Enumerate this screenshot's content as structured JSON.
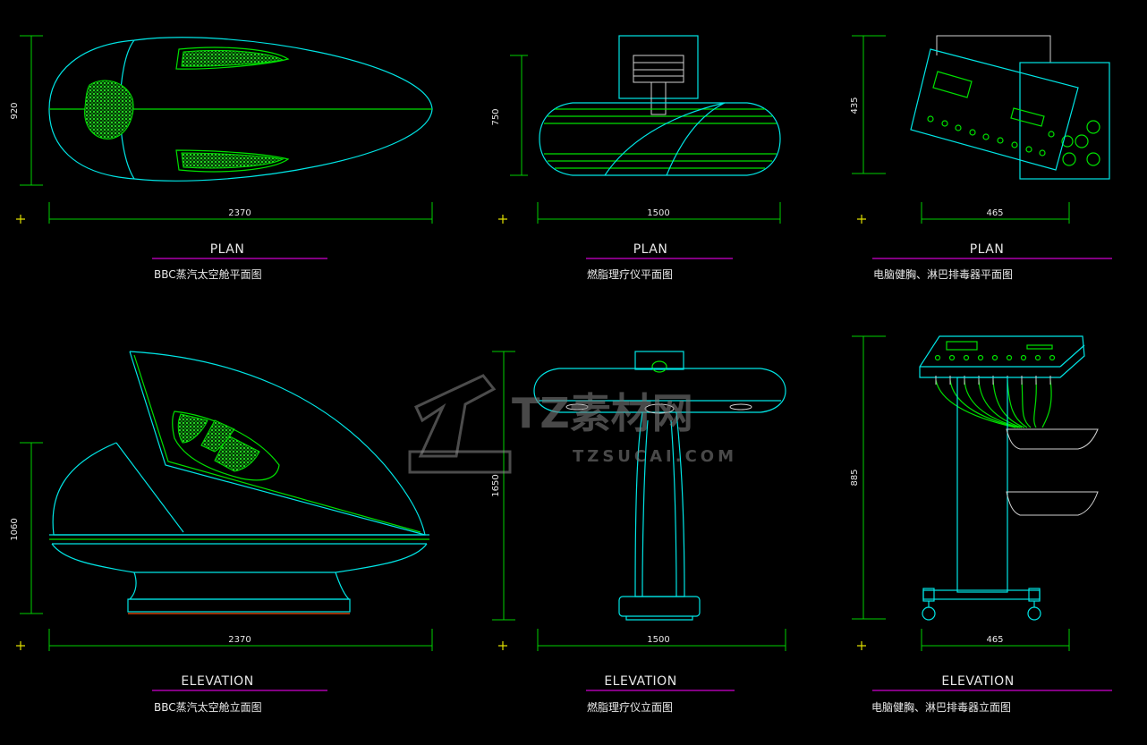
{
  "drawings": [
    {
      "view": "PLAN",
      "caption": "BBC蒸汽太空舱平面图",
      "width_dim": "2370",
      "height_dim": "920"
    },
    {
      "view": "PLAN",
      "caption": "燃脂理疗仪平面图",
      "width_dim": "1500",
      "height_dim": "750"
    },
    {
      "view": "PLAN",
      "caption": "电脑健胸、淋巴排毒器平面图",
      "width_dim": "465",
      "height_dim": "435"
    },
    {
      "view": "ELEVATION",
      "caption": "BBC蒸汽太空舱立面图",
      "width_dim": "2370",
      "height_dim": "1060"
    },
    {
      "view": "ELEVATION",
      "caption": "燃脂理疗仪立面图",
      "width_dim": "1500",
      "height_dim": "1650"
    },
    {
      "view": "ELEVATION",
      "caption": "电脑健胸、淋巴排毒器立面图",
      "width_dim": "465",
      "height_dim": "885"
    }
  ],
  "watermark": {
    "brand": "TZ素材网",
    "domain": "TZSUCAI.COM"
  },
  "colors": {
    "background": "#000000",
    "outline": "#00e5e5",
    "detail": "#00e000",
    "title_line": "#d000d0",
    "marker": "#e0e000"
  }
}
